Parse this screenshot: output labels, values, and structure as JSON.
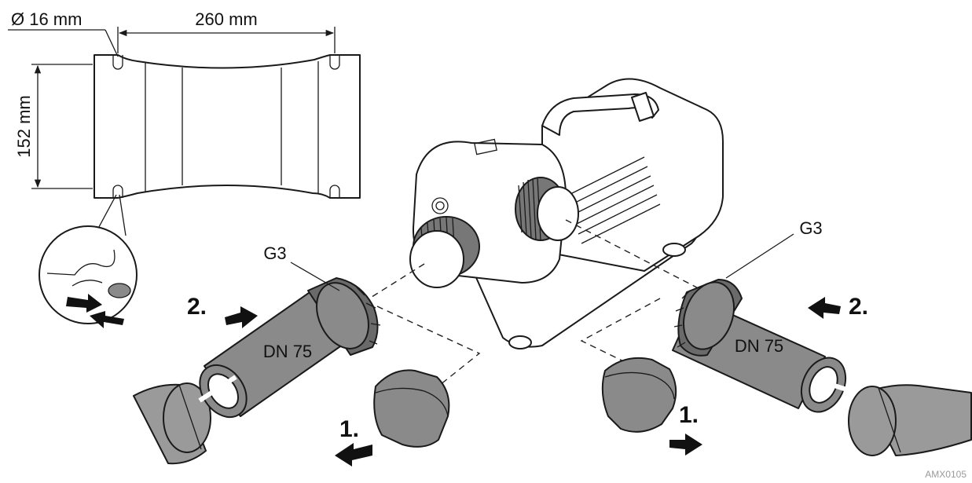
{
  "labels": {
    "diameter": "Ø 16 mm",
    "length": "260 mm",
    "height": "152 mm",
    "fitting_left": "G3",
    "fitting_right": "G3",
    "pipe_left": "DN 75",
    "pipe_right": "DN 75",
    "step1_left": "1.",
    "step2_left": "2.",
    "step1_right": "1.",
    "step2_right": "2.",
    "code": "AMX0105"
  },
  "colors": {
    "line": "#1a1a1a",
    "pipe": "#8a8a8a",
    "pipe_dark": "#5e5e5e",
    "hose": "#9a9a9a",
    "arrow": "#111111"
  }
}
